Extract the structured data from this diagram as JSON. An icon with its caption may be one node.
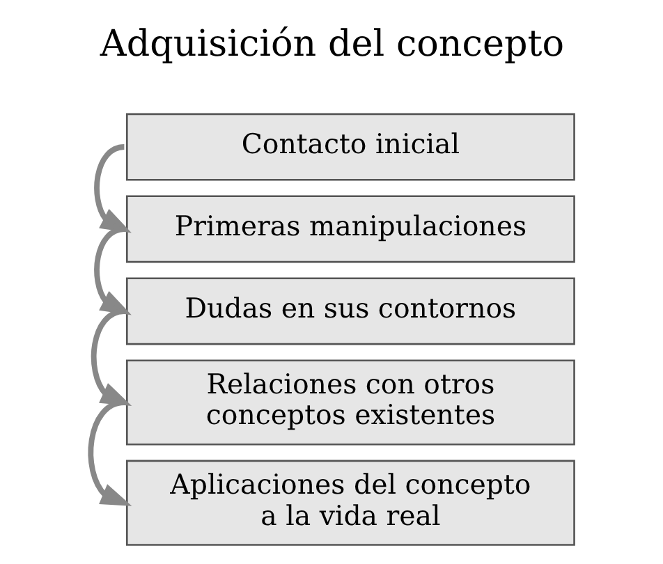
{
  "diagram": {
    "title": "Adquisición del concepto",
    "nodes": [
      {
        "text": [
          "Contacto inicial"
        ]
      },
      {
        "text": [
          "Primeras manipulaciones"
        ]
      },
      {
        "text": [
          "Dudas en sus contornos"
        ]
      },
      {
        "text": [
          "Relaciones con otros conceptos existentes"
        ]
      },
      {
        "text": [
          "Aplicaciones del concepto a la vida real"
        ]
      }
    ],
    "edges": [
      {
        "from": 0,
        "to": 1,
        "arrow": "to"
      },
      {
        "from": 1,
        "to": 2,
        "arrow": "to"
      },
      {
        "from": 2,
        "to": 3,
        "arrow": "to"
      },
      {
        "from": 3,
        "to": 4,
        "arrow": "to"
      }
    ]
  }
}
